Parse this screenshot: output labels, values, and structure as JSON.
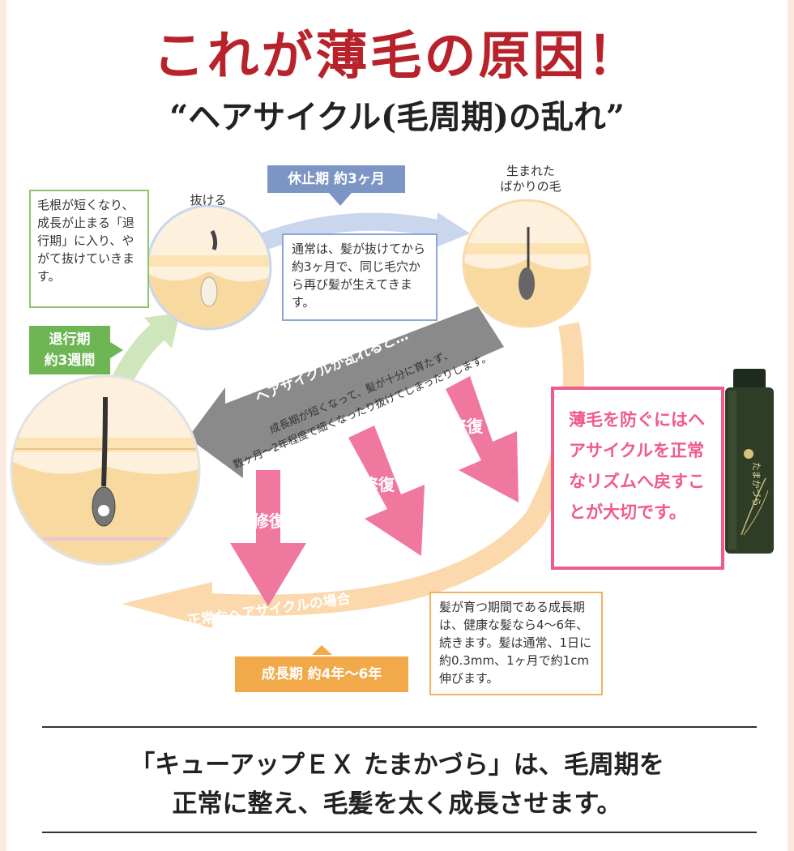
{
  "title": "これが薄毛の原因！",
  "subtitle": "“ヘアサイクル(毛周期)の乱れ”",
  "stages": {
    "fall_label": "抜ける",
    "new_label": "生まれた\nばかりの毛",
    "rest_tag": "休止期 約3ヶ月",
    "regress_tag": "退行期\n約3週間",
    "growth_tag": "成長期 約4年～6年"
  },
  "notes": {
    "regress_note": "毛根が短くなり、成長が止まる「退行期」に入り、やがて抜けていきます。",
    "rest_note": "通常は、髪が抜けてから約3ヶ月で、同じ毛穴から再び髪が生えてきます。",
    "growth_note": "髪が育つ期間である成長期は、健康な髪なら4～6年、続きます。髪は通常、1日に約0.3mm、1ヶ月で約1cm伸びます。"
  },
  "disorder": {
    "label": "ヘアサイクルが乱れると…",
    "line1": "成長期が短くなって、髪が十分に育たず、",
    "line2": "数ヶ月～2年程度で細くなったり抜けてしまったりします。"
  },
  "normal_label": "正常なヘアサイクルの場合",
  "repair": [
    "修復",
    "修復",
    "修復"
  ],
  "callout": "薄毛を防ぐにはヘアサイクルを正常なリズムへ戻すことが大切です。",
  "product": {
    "label": "たまかづら"
  },
  "bottom": {
    "line1": "「キューアップＥＸ たまかづら」は、毛周期を",
    "line2": "正常に整え、毛髪を太く成長させます。"
  },
  "colors": {
    "title": "#b8222b",
    "green": "#8cc56d",
    "blue": "#8aa7d8",
    "orange": "#f3b061",
    "pink": "#f05a8c",
    "gray": "#8a8a8a"
  }
}
